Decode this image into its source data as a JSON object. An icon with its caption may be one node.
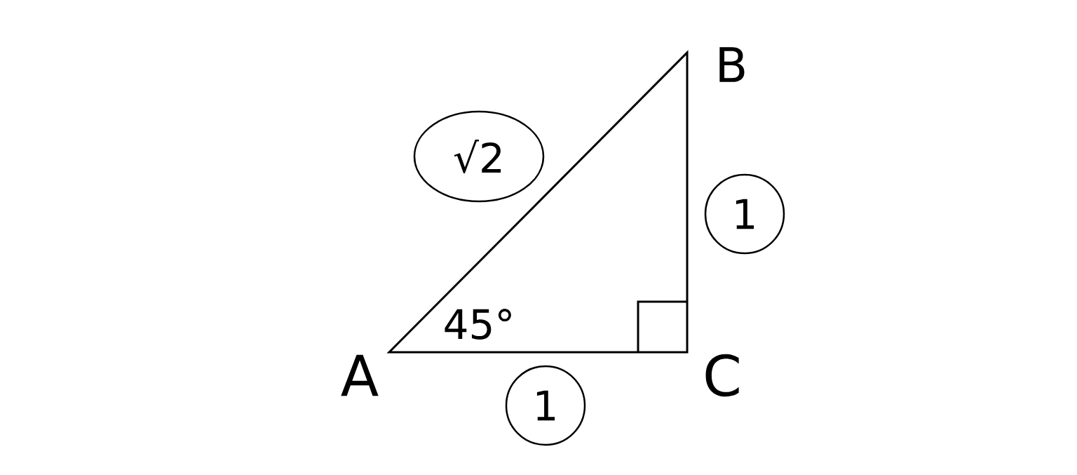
{
  "diagram": {
    "nodes": [
      {
        "text": [
          "√2"
        ]
      },
      {
        "text": [
          "1"
        ]
      },
      {
        "text": [
          "1"
        ]
      }
    ],
    "labels": [
      "B",
      "A",
      "45°",
      "C"
    ]
  }
}
